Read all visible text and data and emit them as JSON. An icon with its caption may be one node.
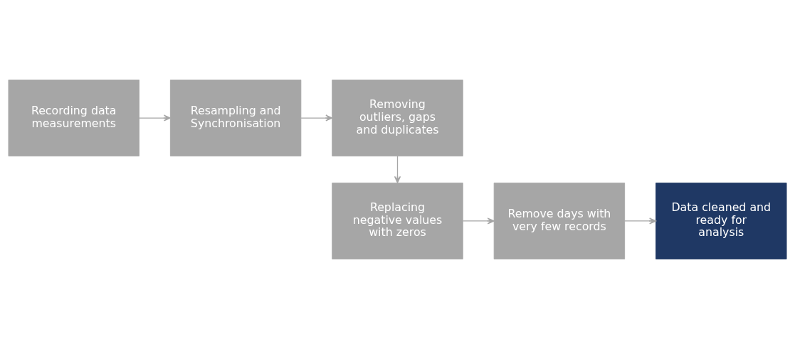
{
  "diagram": {
    "nodes": [
      {
        "text": [
          "Recording data measurements"
        ]
      },
      {
        "text": [
          "Resampling and Synchronisation"
        ]
      },
      {
        "text": [
          "Removing outliers, gaps and duplicates"
        ]
      },
      {
        "text": [
          "Replacing negative values with zeros"
        ]
      },
      {
        "text": [
          "Remove days with very few records"
        ]
      },
      {
        "text": [
          "Data cleaned and ready for analysis"
        ]
      }
    ],
    "edges": [
      {
        "from": 0,
        "to": 1,
        "arrow": "to"
      },
      {
        "from": 1,
        "to": 2,
        "arrow": "to"
      },
      {
        "from": 2,
        "to": 3,
        "arrow": "to"
      },
      {
        "from": 3,
        "to": 4,
        "arrow": "to"
      },
      {
        "from": 4,
        "to": 5,
        "arrow": "to"
      }
    ]
  }
}
